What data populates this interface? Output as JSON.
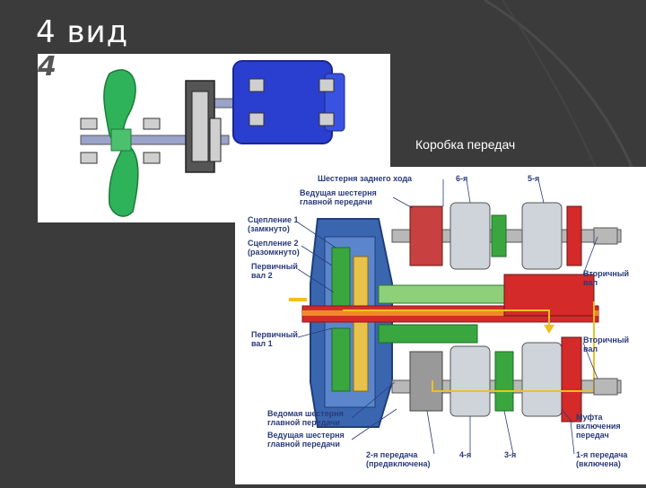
{
  "slide": {
    "title": "4 вид",
    "caption": "Коробка передач"
  },
  "figure_a": {
    "label": "4"
  },
  "figure_b": {
    "labels": {
      "reverse_gear": "Шестерня заднего хода",
      "gear6": "6-я",
      "gear5": "5-я",
      "drive_gear_main_top_1": "Ведущая шестерня",
      "drive_gear_main_top_2": "главной передачи",
      "clutch1_1": "Сцепление 1",
      "clutch1_2": "(замкнуто)",
      "clutch2_1": "Сцепление 2",
      "clutch2_2": "(разомкнуто)",
      "input_shaft2_1": "Первичный",
      "input_shaft2_2": "вал 2",
      "input_shaft1_1": "Первичный",
      "input_shaft1_2": "вал 1",
      "output_shaft_top_1": "Вторичный",
      "output_shaft_top_2": "вал",
      "output_shaft_bot_1": "Вторичный",
      "output_shaft_bot_2": "вал",
      "driven_gear_main_1": "Ведомая шестерня",
      "driven_gear_main_2": "главной передачи",
      "drive_gear_main_bot_1": "Ведущая шестерня",
      "drive_gear_main_bot_2": "главной передачи",
      "gear2_1": "2-я передача",
      "gear2_2": "(предвключена)",
      "gear4": "4-я",
      "gear3": "3-я",
      "sync_1": "Муфта",
      "sync_2": "включения",
      "sync_3": "передач",
      "gear1_1": "1-я передача",
      "gear1_2": "(включена)"
    }
  },
  "colors": {
    "background": "#3b3b3b",
    "fan_green": "#2fb35a",
    "motor_blue": "#2a3fd0",
    "shaft_red": "#d42a2a",
    "gear_green": "#3aa640",
    "housing_blue": "#3a66b0",
    "label_blue": "#2b3b7a"
  }
}
